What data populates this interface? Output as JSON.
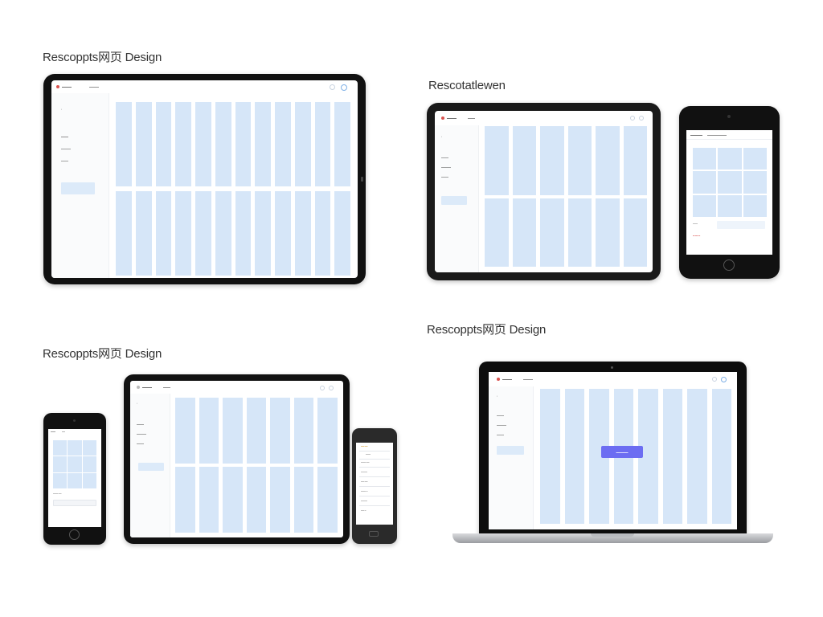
{
  "captions": {
    "top_left": "Rescoppts网页 Design",
    "top_right": "Rescotatlewen",
    "bottom_left": "Rescoppts网页 Design",
    "bottom_right": "Rescoppts网页 Design"
  },
  "colors": {
    "screen_cell": "#d6e6f8",
    "frame": "#111111",
    "cta": "#6c6df2",
    "logo": "#d9534f"
  },
  "icons": [
    "gear-icon",
    "user-icon",
    "home-button-icon",
    "camera-icon"
  ]
}
